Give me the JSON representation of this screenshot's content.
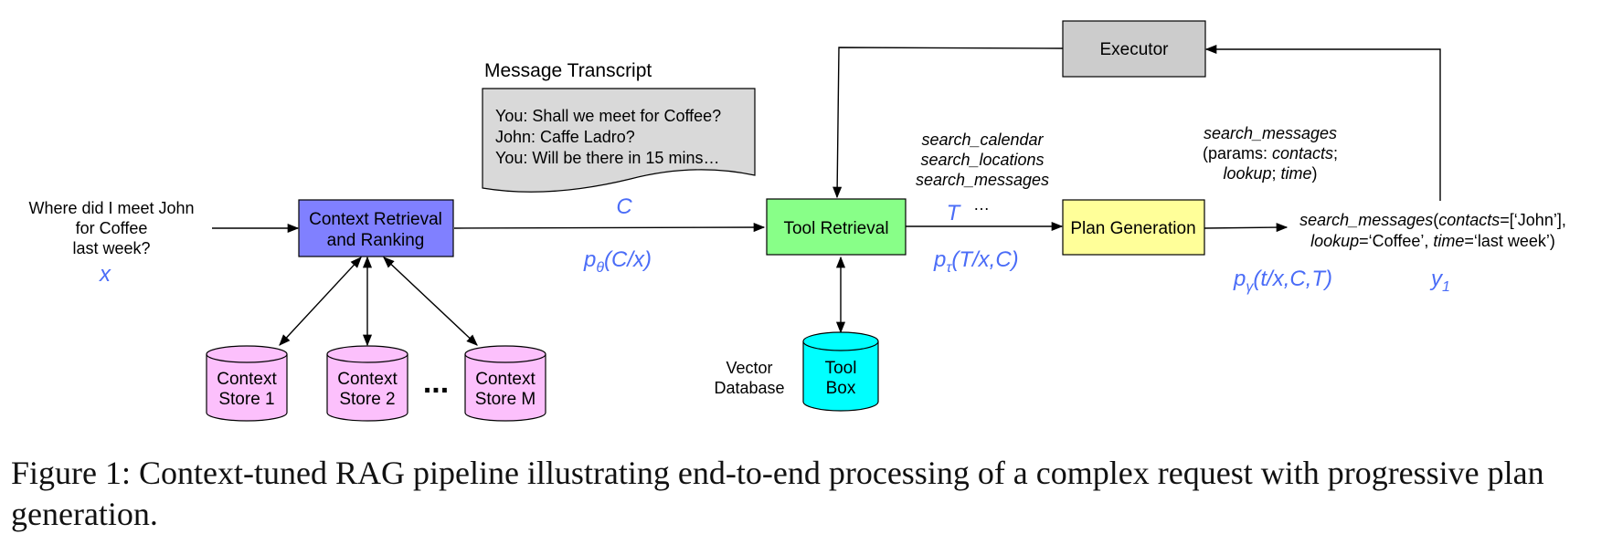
{
  "query": {
    "line1": "Where did I meet John",
    "line2": "for Coffee",
    "line3": "last week?",
    "var": "x"
  },
  "context_retrieval": {
    "line1": "Context Retrieval",
    "line2": "and Ranking"
  },
  "stores": {
    "s1": {
      "line1": "Context",
      "line2": "Store 1"
    },
    "s2": {
      "line1": "Context",
      "line2": "Store 2"
    },
    "ellipsis": "...",
    "sm": {
      "line1": "Context",
      "line2": "Store M"
    }
  },
  "transcript": {
    "title": "Message Transcript",
    "line1": "You: Shall we meet for Coffee?",
    "line2": "John: Caffe Ladro?",
    "line3": "You: Will be there in 15 mins…",
    "var": "C"
  },
  "p_theta": {
    "p": "p",
    "sub": "θ",
    "rest": "(C/x)"
  },
  "tool_retrieval": {
    "label": "Tool Retrieval"
  },
  "vector_db": {
    "line1": "Vector",
    "line2": "Database"
  },
  "toolbox": {
    "line1": "Tool",
    "line2": "Box"
  },
  "tools_list": {
    "line1": "search_calendar",
    "line2": "search_locations",
    "line3": "search_messages",
    "var": "T",
    "ellipsis": "…"
  },
  "p_tau": {
    "p": "p",
    "sub": "τ",
    "rest": "(T/x,C)"
  },
  "executor": {
    "label": "Executor"
  },
  "plan_generation": {
    "label": "Plan Generation"
  },
  "plan_tool": {
    "name": "search_messages",
    "params_open": "(params: ",
    "param1": "contacts",
    "sep1": ";",
    "param2": "lookup",
    "sep2": "; ",
    "param3": "time",
    "close": ")"
  },
  "p_gamma": {
    "p": "p",
    "sub": "γ",
    "rest": "(t/x,C,T)"
  },
  "output": {
    "fn": "search_messages",
    "open": "(",
    "k1": "contacts",
    "v1": "=[‘John’],",
    "k2": "lookup",
    "v2": "=‘Coffee’, ",
    "k3": "time",
    "v3": "=‘last week’)",
    "y": "y",
    "y_sub": "1"
  },
  "caption": "Figure 1: Context-tuned RAG pipeline illustrating end-to-end processing of a complex request with progressive plan generation.",
  "colors": {
    "context_retrieval": "#8080ff",
    "store": "#fcc0fc",
    "tool_retrieval": "#88ff88",
    "toolbox": "#00ffff",
    "plan_generation": "#ffff99",
    "executor": "#cccccc",
    "transcript": "#d9d9d9",
    "math": "#4a6cf7"
  }
}
